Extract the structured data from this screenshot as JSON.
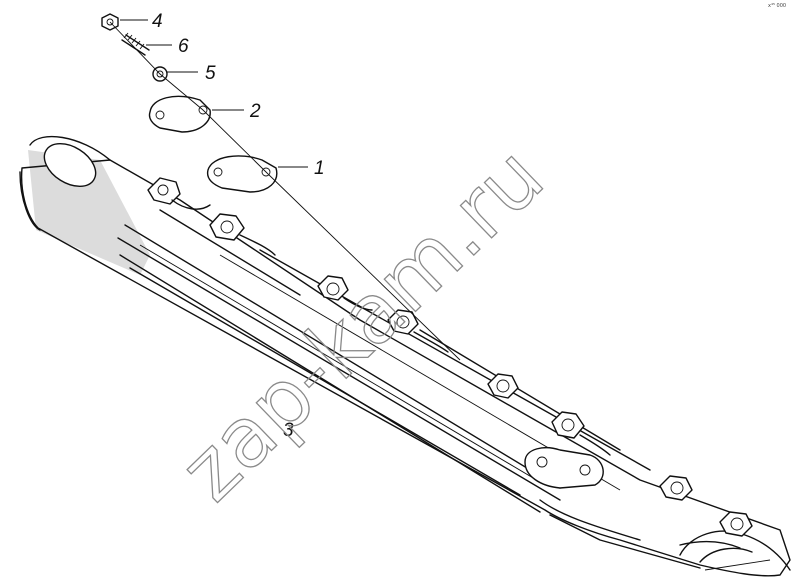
{
  "watermark": {
    "text": "zap-kam.ru"
  },
  "corner_code": {
    "text": "x⁴⁵ 000"
  },
  "callouts": [
    {
      "id": "4",
      "label": "4"
    },
    {
      "id": "6",
      "label": "6"
    },
    {
      "id": "5",
      "label": "5"
    },
    {
      "id": "2",
      "label": "2"
    },
    {
      "id": "1",
      "label": "1"
    },
    {
      "id": "3",
      "label": "3"
    }
  ],
  "colors": {
    "ink": "#111111",
    "watermark": "#8a8a8a",
    "shadow": "#d9d9d9",
    "background": "#ffffff"
  }
}
